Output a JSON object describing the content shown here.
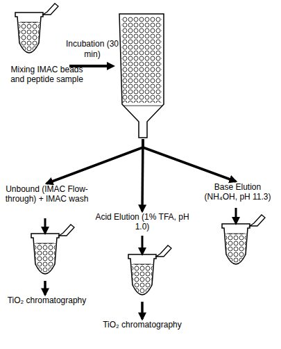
{
  "diagram": {
    "nodes": [
      {
        "text": [
          "Mixing IMAC beads and peptide sample"
        ]
      },
      {
        "text": [
          "Unbound (IMAC Flow-through) + IMAC wash"
        ]
      },
      {
        "text": [
          "Acid Elution (1% TFA, pH 1.0)"
        ]
      },
      {
        "text": [
          "Base Elution (NH₄OH, pH 11.3)"
        ]
      },
      {
        "text": [
          "TiO₂ chromatography"
        ]
      },
      {
        "text": [
          "TiO₂ chromatography"
        ]
      }
    ],
    "edges": [
      {
        "from": 0,
        "to": 1,
        "arrow": "to"
      },
      {
        "from": 0,
        "to": 2,
        "arrow": "to"
      },
      {
        "from": 0,
        "to": 3,
        "arrow": "to"
      },
      {
        "from": 1,
        "to": 4,
        "arrow": "to"
      },
      {
        "from": 2,
        "to": 5,
        "arrow": "to"
      }
    ],
    "labels": [
      "Incubation (30 min)"
    ]
  }
}
